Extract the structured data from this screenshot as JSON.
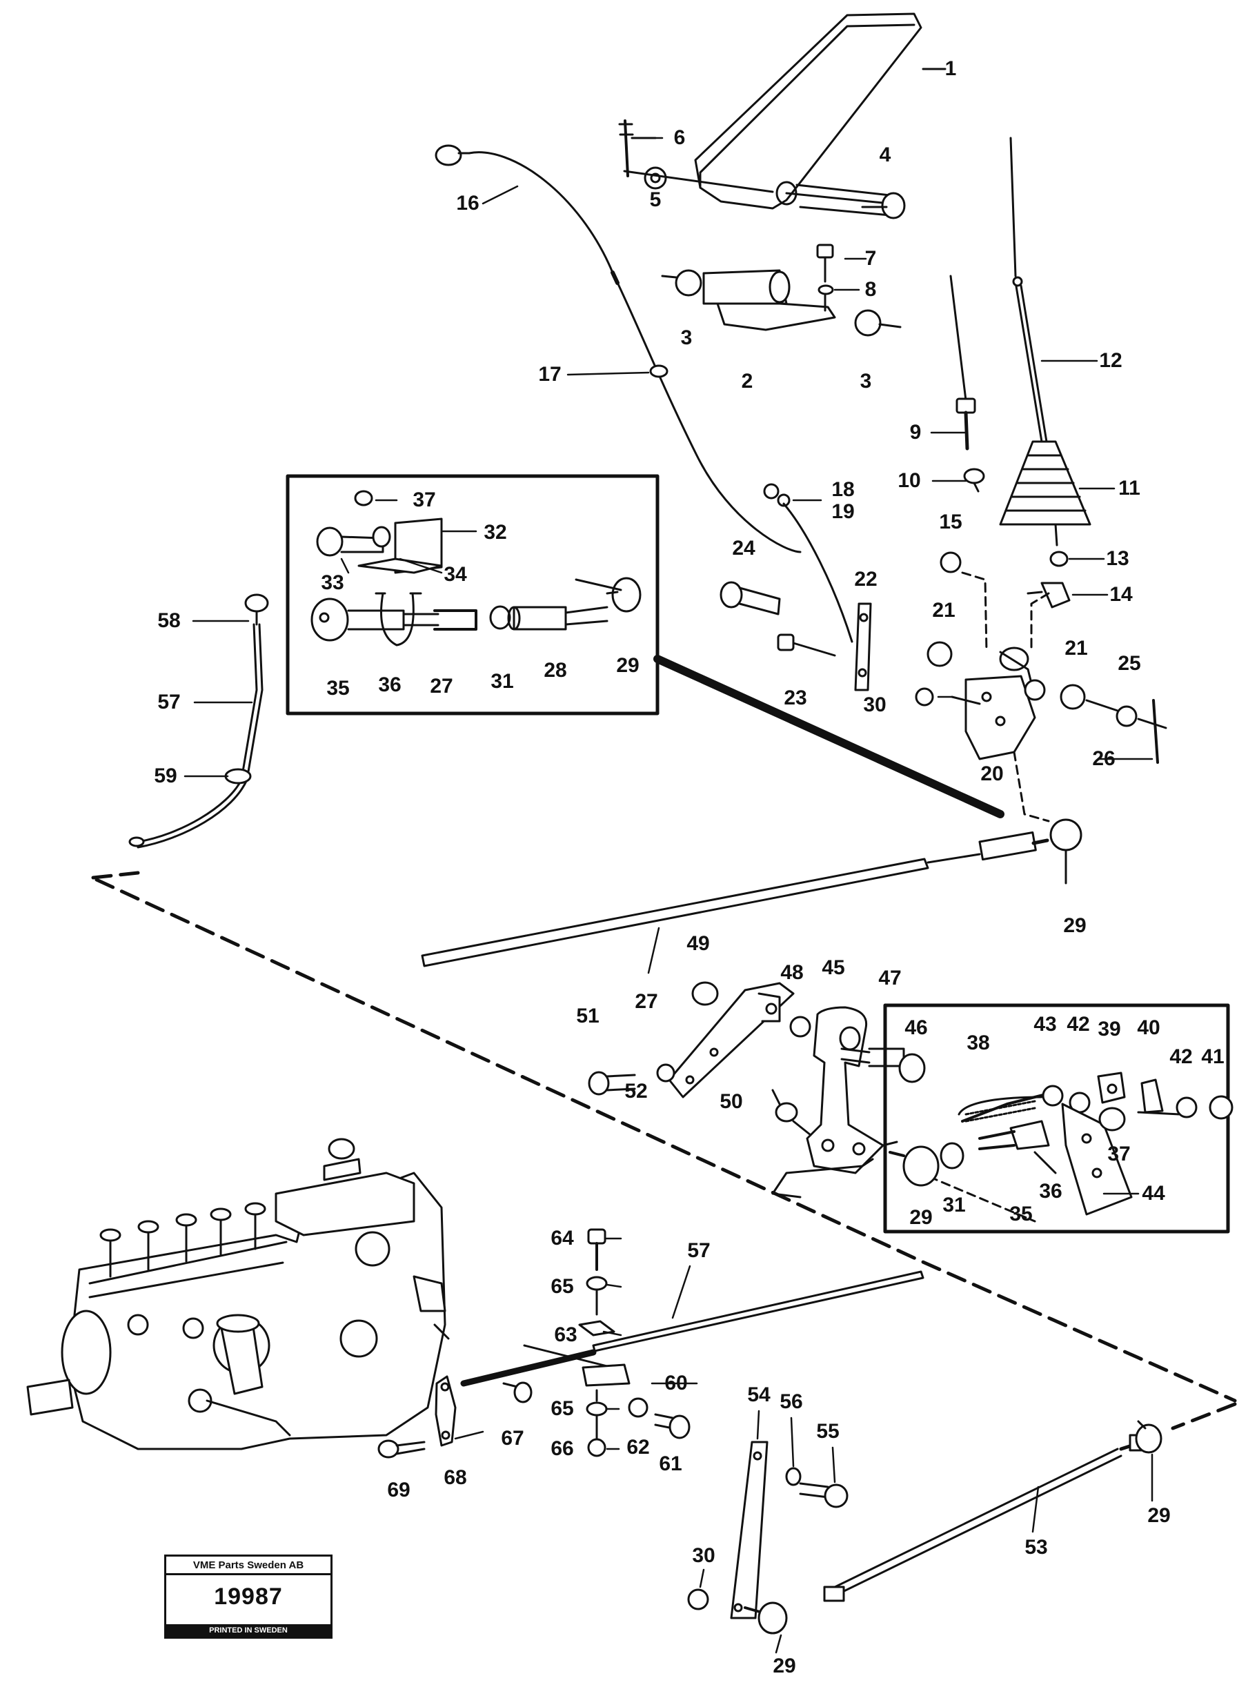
{
  "diagram": {
    "labels": [
      {
        "id": "1",
        "text": "1"
      },
      {
        "id": "2",
        "text": "2"
      },
      {
        "id": "3a",
        "text": "3"
      },
      {
        "id": "3b",
        "text": "3"
      },
      {
        "id": "4",
        "text": "4"
      },
      {
        "id": "5",
        "text": "5"
      },
      {
        "id": "6",
        "text": "6"
      },
      {
        "id": "7",
        "text": "7"
      },
      {
        "id": "8",
        "text": "8"
      },
      {
        "id": "9",
        "text": "9"
      },
      {
        "id": "10",
        "text": "10"
      },
      {
        "id": "11",
        "text": "11"
      },
      {
        "id": "12",
        "text": "12"
      },
      {
        "id": "13",
        "text": "13"
      },
      {
        "id": "14",
        "text": "14"
      },
      {
        "id": "15",
        "text": "15"
      },
      {
        "id": "16",
        "text": "16"
      },
      {
        "id": "17",
        "text": "17"
      },
      {
        "id": "18",
        "text": "18"
      },
      {
        "id": "19",
        "text": "19"
      },
      {
        "id": "20",
        "text": "20"
      },
      {
        "id": "21a",
        "text": "21"
      },
      {
        "id": "21b",
        "text": "21"
      },
      {
        "id": "22",
        "text": "22"
      },
      {
        "id": "23",
        "text": "23"
      },
      {
        "id": "24",
        "text": "24"
      },
      {
        "id": "25",
        "text": "25"
      },
      {
        "id": "26",
        "text": "26"
      },
      {
        "id": "27a",
        "text": "27"
      },
      {
        "id": "27b",
        "text": "27"
      },
      {
        "id": "28",
        "text": "28"
      },
      {
        "id": "29a",
        "text": "29"
      },
      {
        "id": "29b",
        "text": "29"
      },
      {
        "id": "29c",
        "text": "29"
      },
      {
        "id": "29d",
        "text": "29"
      },
      {
        "id": "29e",
        "text": "29"
      },
      {
        "id": "30a",
        "text": "30"
      },
      {
        "id": "30b",
        "text": "30"
      },
      {
        "id": "31a",
        "text": "31"
      },
      {
        "id": "31b",
        "text": "31"
      },
      {
        "id": "32",
        "text": "32"
      },
      {
        "id": "33",
        "text": "33"
      },
      {
        "id": "34",
        "text": "34"
      },
      {
        "id": "35a",
        "text": "35"
      },
      {
        "id": "35b",
        "text": "35"
      },
      {
        "id": "36a",
        "text": "36"
      },
      {
        "id": "36b",
        "text": "36"
      },
      {
        "id": "37a",
        "text": "37"
      },
      {
        "id": "37b",
        "text": "37"
      },
      {
        "id": "38",
        "text": "38"
      },
      {
        "id": "39",
        "text": "39"
      },
      {
        "id": "40",
        "text": "40"
      },
      {
        "id": "41",
        "text": "41"
      },
      {
        "id": "42a",
        "text": "42"
      },
      {
        "id": "42b",
        "text": "42"
      },
      {
        "id": "43",
        "text": "43"
      },
      {
        "id": "44",
        "text": "44"
      },
      {
        "id": "45",
        "text": "45"
      },
      {
        "id": "46",
        "text": "46"
      },
      {
        "id": "47",
        "text": "47"
      },
      {
        "id": "48",
        "text": "48"
      },
      {
        "id": "49",
        "text": "49"
      },
      {
        "id": "50",
        "text": "50"
      },
      {
        "id": "51",
        "text": "51"
      },
      {
        "id": "52",
        "text": "52"
      },
      {
        "id": "53",
        "text": "53"
      },
      {
        "id": "54",
        "text": "54"
      },
      {
        "id": "55",
        "text": "55"
      },
      {
        "id": "56",
        "text": "56"
      },
      {
        "id": "57a",
        "text": "57"
      },
      {
        "id": "57b",
        "text": "57"
      },
      {
        "id": "58",
        "text": "58"
      },
      {
        "id": "59",
        "text": "59"
      },
      {
        "id": "60",
        "text": "60"
      },
      {
        "id": "61",
        "text": "61"
      },
      {
        "id": "62",
        "text": "62"
      },
      {
        "id": "63",
        "text": "63"
      },
      {
        "id": "64",
        "text": "64"
      },
      {
        "id": "65a",
        "text": "65"
      },
      {
        "id": "65b",
        "text": "65"
      },
      {
        "id": "66",
        "text": "66"
      },
      {
        "id": "67",
        "text": "67"
      },
      {
        "id": "68",
        "text": "68"
      },
      {
        "id": "69",
        "text": "69"
      }
    ]
  },
  "stamp": {
    "company": "VME Parts Sweden AB",
    "number": "19987",
    "printed": "PRINTED IN SWEDEN"
  }
}
